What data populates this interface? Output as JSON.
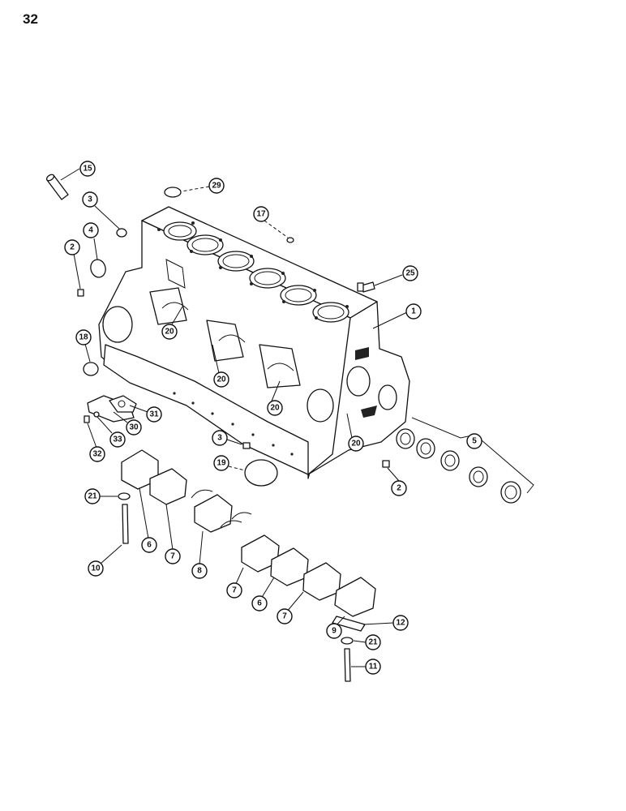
{
  "page": {
    "number": "32"
  },
  "callouts": {
    "c1": "1",
    "c2a": "2",
    "c2b": "2",
    "c3a": "3",
    "c3b": "3",
    "c4": "4",
    "c5": "5",
    "c6a": "6",
    "c6b": "6",
    "c7a": "7",
    "c7b": "7",
    "c7c": "7",
    "c8": "8",
    "c9": "9",
    "c10": "10",
    "c11": "11",
    "c12": "12",
    "c15": "15",
    "c17": "17",
    "c18": "18",
    "c19": "19",
    "c20a": "20",
    "c20b": "20",
    "c20c": "20",
    "c20d": "20",
    "c21a": "21",
    "c21b": "21",
    "c25": "25",
    "c29": "29",
    "c30": "30",
    "c31": "31",
    "c32": "32",
    "c33": "33"
  }
}
